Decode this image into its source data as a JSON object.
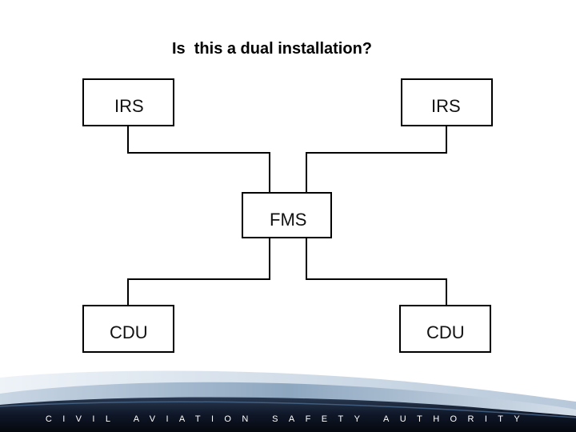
{
  "title": "Is  this a dual installation?",
  "nodes": {
    "irs_left": "IRS",
    "irs_right": "IRS",
    "fms": "FMS",
    "cdu_left": "CDU",
    "cdu_right": "CDU"
  },
  "footer": {
    "organization": "CIVIL AVIATION SAFETY AUTHORITY"
  },
  "colors": {
    "box_border": "#000000",
    "connector": "#000000",
    "footer_band_dark": "#0a0f1c",
    "footer_swoosh": "#6f8aa6",
    "footer_text": "#ffffff"
  }
}
